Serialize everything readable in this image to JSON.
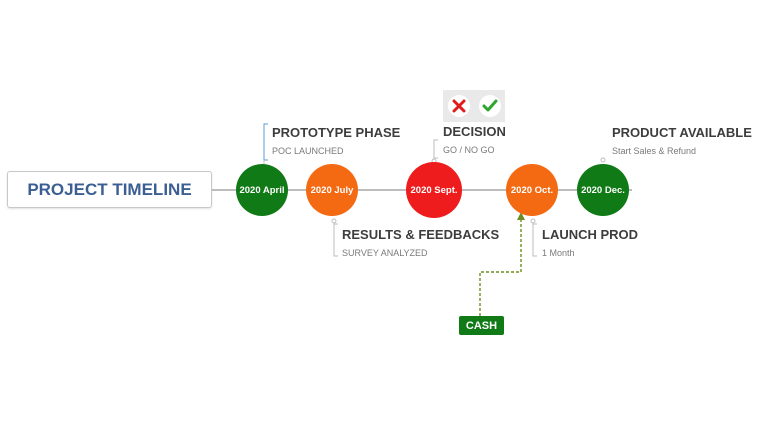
{
  "title": "PROJECT TIMELINE",
  "nodes": [
    {
      "label": "2020 April",
      "color": "#0f7a16"
    },
    {
      "label": "2020 July",
      "color": "#f46a12"
    },
    {
      "label": "2020 Sept.",
      "color": "#ee1c1c"
    },
    {
      "label": "2020 Oct.",
      "color": "#f46a12"
    },
    {
      "label": "2020 Dec.",
      "color": "#0f7a16"
    }
  ],
  "labels": {
    "prototype": {
      "heading": "PROTOTYPE PHASE",
      "sub": "POC LAUNCHED"
    },
    "decision": {
      "heading": "DECISION",
      "sub": "GO / NO GO"
    },
    "product": {
      "heading": "PRODUCT AVAILABLE",
      "sub": "Start Sales & Refund"
    },
    "results": {
      "heading": "RESULTS & FEEDBACKS",
      "sub": "SURVEY ANALYZED"
    },
    "launch": {
      "heading": "LAUNCH PROD",
      "sub": "1 Month"
    }
  },
  "cash_label": "CASH",
  "icons": {
    "reject": "x-mark-icon",
    "approve": "check-mark-icon"
  }
}
